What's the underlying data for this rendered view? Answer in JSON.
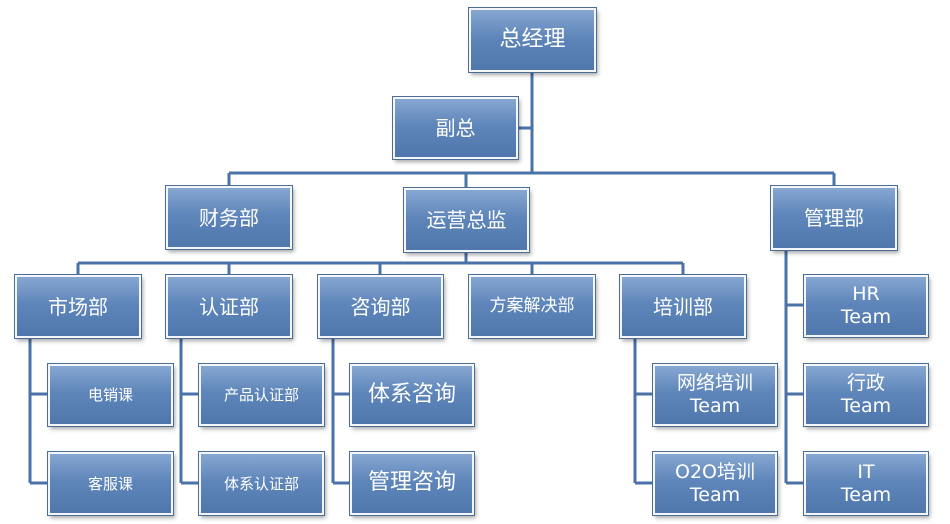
{
  "org_chart": {
    "general_manager": "总经理",
    "deputy": "副总",
    "finance": "财务部",
    "operations_director": "运营总监",
    "management": "管理部",
    "marketing": "市场部",
    "certification": "认证部",
    "consulting": "咨询部",
    "solutions": "方案解决部",
    "training": "培训部",
    "telesales": "电销课",
    "customer_service": "客服课",
    "product_certification": "产品认证部",
    "system_certification": "体系认证部",
    "system_consulting": "体系咨询",
    "management_consulting": "管理咨询",
    "network_training_team": "网络培训\nTeam",
    "o2o_training_team": "O2O培训\nTeam",
    "hr_team": "HR\nTeam",
    "admin_team": "行政\nTeam",
    "it_team": "IT\nTeam"
  },
  "colors": {
    "box_fill": "#5f86ba",
    "line": "#4a72a8"
  }
}
